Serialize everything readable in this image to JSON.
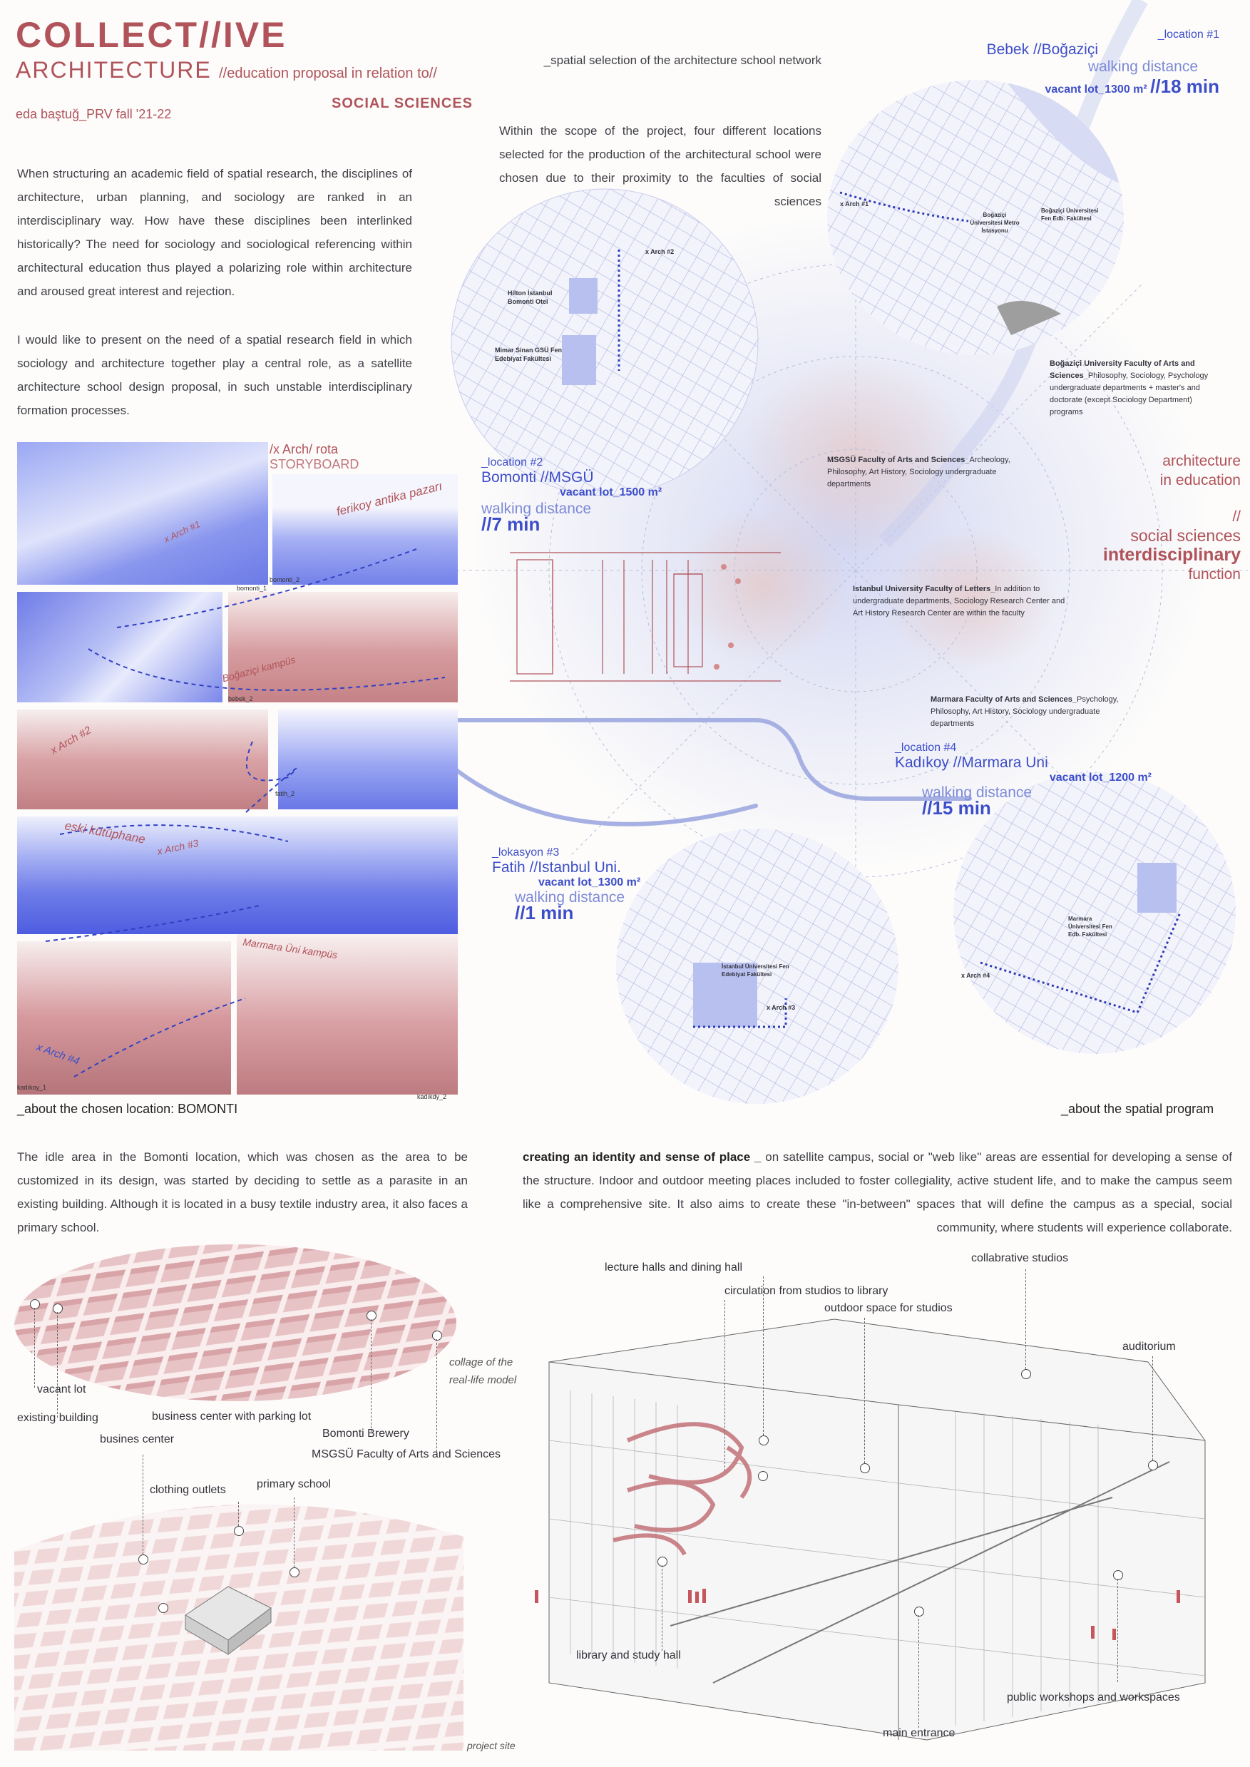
{
  "header": {
    "title_line1": "COLLECT//IVE",
    "title_line2": "ARCHITECTURE",
    "title_suffix": "//education proposal in relation to//",
    "subject": "SOCIAL SCIENCES",
    "author": "eda baştuğ_PRV fall '21-22"
  },
  "intro": {
    "p1": "When structuring an academic field of spatial research, the disciplines of architecture, urban planning, and sociology are ranked in an interdisciplinary way. How have these disciplines been interlinked historically? The need for sociology and sociological referencing within architectural education thus played a polarizing role within architecture and aroused great interest and rejection.",
    "p2": "I would like to present on the need of a spatial research field in which sociology and architecture together play a central role, as a satellite architecture school design proposal, in such unstable interdisciplinary formation processes."
  },
  "selection": {
    "heading": "_spatial selection of the architecture school network",
    "text": "Within the scope of the project, four different locations selected for the production of the architectural school were chosen due to their proximity to the faculties of social sciences"
  },
  "storyboard": {
    "title1": "/x Arch/ rota",
    "title2": "STORYBOARD",
    "labels": [
      "ferikoy antika pazarı",
      "x Arch #1",
      "bomonti_1",
      "bomonti_2",
      "Boğaziçi kampüs",
      "bebek_2",
      "x Arch #2",
      "fatih_2",
      "eski kütüphane",
      "x Arch #3",
      "Marmara Üni kampüs",
      "x Arch #4",
      "kadıkoy_1",
      "kadıkdy_2"
    ]
  },
  "locations": [
    {
      "tag": "_location #1",
      "name": "Bebek //Boğaziçi",
      "walk": "walking distance",
      "lot": "vacant lot_1300 m²",
      "min": "//18 min"
    },
    {
      "tag": "_location #2",
      "name": "Bomonti //MSGÜ",
      "walk": "walking distance",
      "lot": "vacant lot_1500 m²",
      "min": "//7 min"
    },
    {
      "tag": "_lokasyon #3",
      "name": "Fatih //Istanbul Uni.",
      "walk": "walking distance",
      "lot": "vacant lot_1300 m²",
      "min": "//1 min"
    },
    {
      "tag": "_location #4",
      "name": "Kadıkoy //Marmara Uni",
      "walk": "walking distance",
      "lot": "vacant lot_1200 m²",
      "min": "//15 min"
    }
  ],
  "faculties": {
    "bogazici": {
      "name": "Boğaziçi University Faculty of Arts and Sciences_",
      "text": "Philosophy, Sociology, Psychology undergraduate departments + master's and doctorate (except Sociology Department) programs"
    },
    "msgsu": {
      "name": "MSGSÜ Faculty of Arts and Sciences_",
      "text": "Archeology, Philosophy, Art History, Sociology undergraduate departments"
    },
    "istanbul": {
      "name": "Istanbul University Faculty of Letters_",
      "text": "In addition to undergraduate departments, Sociology Research Center and Art History Research Center are within the faculty"
    },
    "marmara": {
      "name": "Marmara Faculty of Arts and Sciences_",
      "text": "Psychology, Philosophy, Art History, Sociology undergraduate departments"
    }
  },
  "theme": {
    "l1": "architecture",
    "l2": "in education",
    "l3": "//",
    "l4": "social sciences",
    "l5": "interdisciplinary",
    "l6": "function"
  },
  "map_labels": {
    "hilton": "Hilton İstanbul Bomonti Otel",
    "mimar": "Mimar Sinan GSÜ Fen Edebiyat Fakültesi",
    "arch2": "x Arch #2",
    "arch1": "x Arch #1",
    "bogazici_metro": "Boğaziçi Üniversitesi Metro İstasyonu",
    "bogazici_fen": "Boğaziçi Üniversitesi Fen Edb. Fakültesi",
    "istanbul_fen": "İstanbul Üniversitesi Fen Edebiyat Fakültesi",
    "arch3": "x Arch #3",
    "marmara_fen": "Marmara Üniversitesi Fen Edb. Fakültesi",
    "arch4": "x Arch #4"
  },
  "bomonti": {
    "heading": "_about the chosen location: BOMONTI",
    "text": "The idle area in the Bomonti location, which was chosen as the area to be customized in its design, was started by deciding to settle as a parasite in an existing building. Although it is located in a busy textile industry area, it also faces a primary school.",
    "labels": [
      "vacant lot",
      "existing building",
      "business center with parking lot",
      "busines center",
      "Bomonti Brewery",
      "MSGSÜ Faculty of Arts and Sciences",
      "clothing outlets",
      "primary school"
    ],
    "collage": "collage of the real-life model",
    "site": "project site"
  },
  "program": {
    "heading": "_about the spatial program",
    "lead": "creating an identity and sense of place _",
    "text": " on satellite campus, social or \"web like\" areas are essential for developing a sense of the structure. Indoor and outdoor meeting places included to foster collegiality, active student life, and to make the campus seem like a comprehensive site. It also aims to create these \"in-between\" spaces that will define the campus as a special, social community, where students will experience collaborate.",
    "labels": [
      "lecture halls and dining hall",
      "collabrative studios",
      "circulation from studios to library",
      "outdoor space for studios",
      "auditorium",
      "library and study hall",
      "public workshops and workspaces",
      "main entrance"
    ]
  },
  "colors": {
    "red": "#b0535a",
    "blue": "#3d4ec9",
    "lightblue": "#8e9ae2"
  }
}
